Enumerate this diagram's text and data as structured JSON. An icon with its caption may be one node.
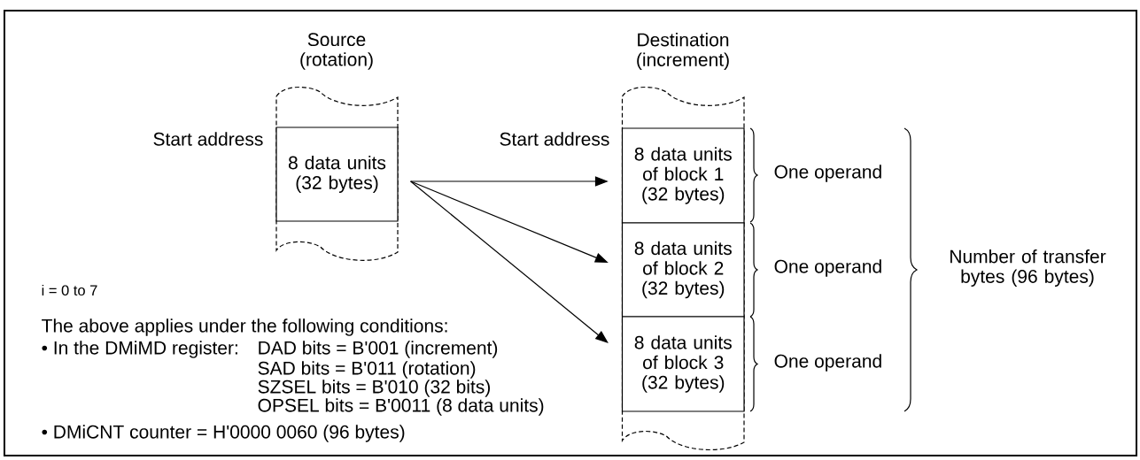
{
  "diagram": {
    "nodes": [
      {
        "text": [
          "Source (rotation)"
        ]
      },
      {
        "text": [
          "8 data units (32 bytes)"
        ],
        "in": 0,
        "beside": [
          "Start address"
        ]
      },
      {
        "text": [
          "Destination (increment)"
        ]
      },
      {
        "text": [
          "8 data units of block 1 (32 bytes)"
        ],
        "in": 2,
        "beside": [
          "Start address"
        ]
      },
      {
        "text": [
          "8 data units of block 2 (32 bytes)"
        ],
        "in": 2
      },
      {
        "text": [
          "8 data units of block 3 (32 bytes)"
        ],
        "in": 2
      }
    ],
    "edges": [
      {
        "from": 1,
        "to": 3,
        "arrow": "to"
      },
      {
        "from": 1,
        "to": 4,
        "arrow": "to"
      },
      {
        "from": 1,
        "to": 5,
        "arrow": "to"
      }
    ],
    "labels": [
      "One operand",
      "One operand",
      "One operand",
      "Number of transfer bytes (96 bytes)",
      "i = 0 to 7",
      "The above applies under the following conditions:",
      "• In the DMiMD register:",
      "DAD bits = B'001 (increment)",
      "SAD bits = B'011 (rotation)",
      "SZSEL bits = B'010 (32 bits)",
      "OPSEL bits = B'0011 (8 data units)",
      "• DMiCNT counter = H'0000 0060 (96 bytes)"
    ]
  }
}
